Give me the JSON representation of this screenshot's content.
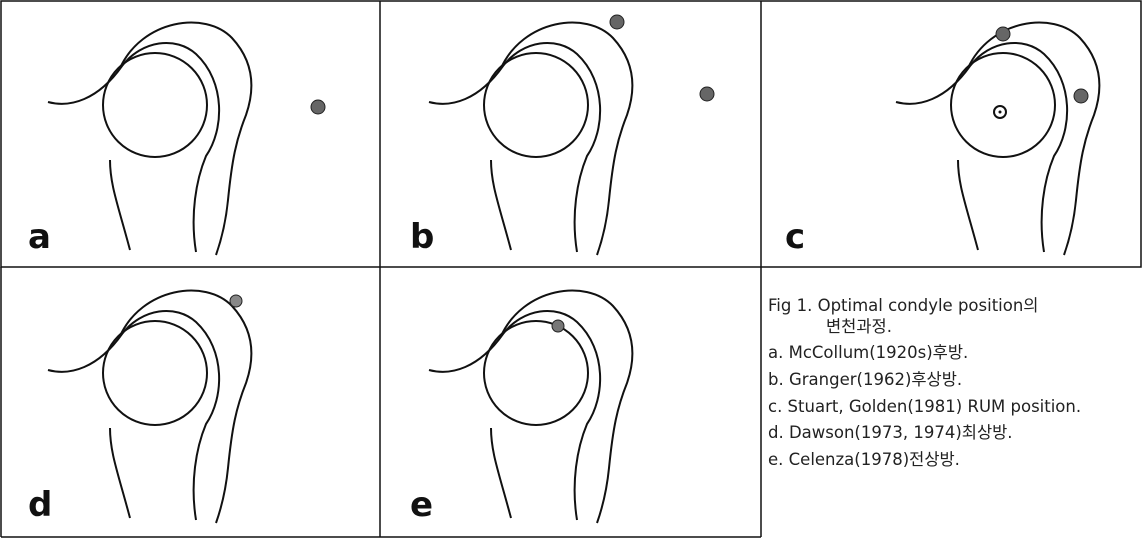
{
  "panels": [
    {
      "letter": "a"
    },
    {
      "letter": "b"
    },
    {
      "letter": "c"
    },
    {
      "letter": "d"
    },
    {
      "letter": "e"
    }
  ],
  "caption": {
    "title_line1": "Fig 1. Optimal condyle position의",
    "title_line2": "변천과정.",
    "items": [
      "a. McCollum(1920s)후방.",
      "b. Granger(1962)후상방.",
      "c. Stuart, Golden(1981) RUM position.",
      "d. Dawson(1973, 1974)최상방.",
      "e. Celenza(1978)전상방."
    ]
  }
}
